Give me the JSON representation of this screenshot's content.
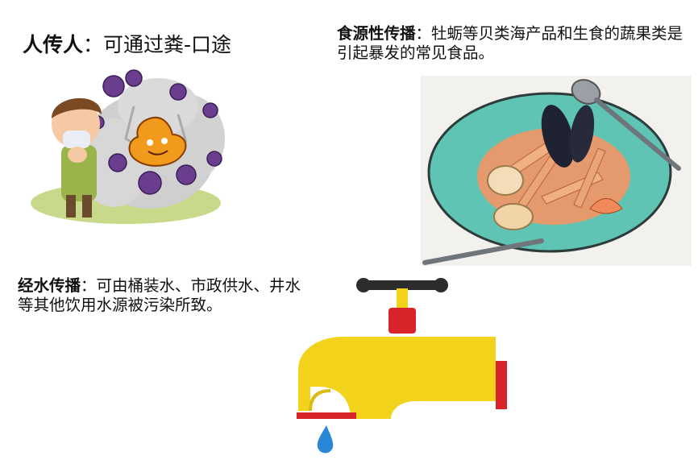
{
  "person_to_person": {
    "title": "人传人",
    "separator": "：",
    "text": "可通过粪-口途"
  },
  "foodborne": {
    "title": "食源性传播",
    "separator": "：",
    "text": "牡蛎等贝类海产品和生食的蔬果类是引起暴发的常见食品。"
  },
  "waterborne": {
    "title": "经水传播",
    "separator": "：",
    "text": "可由桶装水、市政供水、井水等其他饮用水源被污染所致。"
  },
  "colors": {
    "virus": "#6a3d8f",
    "plate": "#5fc4b4",
    "faucet_yellow": "#f2d21b",
    "faucet_red": "#d8232a",
    "water_drop": "#2a86d6"
  }
}
